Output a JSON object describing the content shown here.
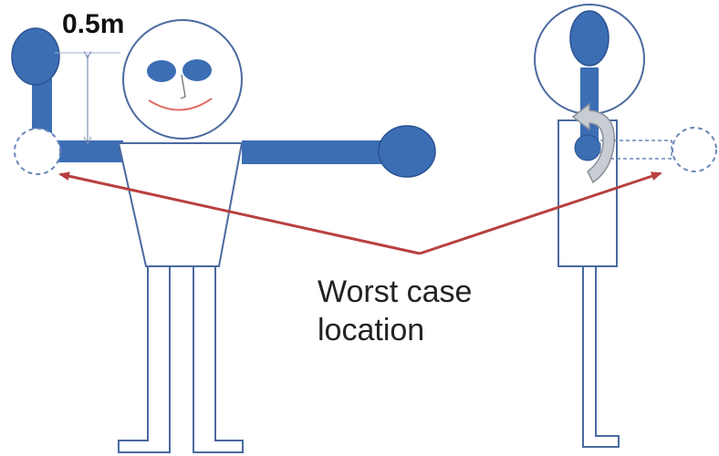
{
  "labels": {
    "dimension": "0.5m",
    "worst_case_line1": "Worst case",
    "worst_case_line2": "location"
  },
  "colors": {
    "limb_blue": "#3c6eb4",
    "limb_blue_dark": "#2a5290",
    "outline": "#3a5fa0",
    "dashed_outline": "#6a86b8",
    "arrow_red": "#b84040",
    "smile_red": "#e0706a",
    "rotation_arrow_fill": "#c8cdd4",
    "rotation_arrow_stroke": "#8a909a",
    "body_stroke": "#4a6aa0"
  },
  "icons": {
    "rotation_indicator": "curved-rotation-arrow-icon",
    "pointer_arrows": "arrow-icon"
  }
}
